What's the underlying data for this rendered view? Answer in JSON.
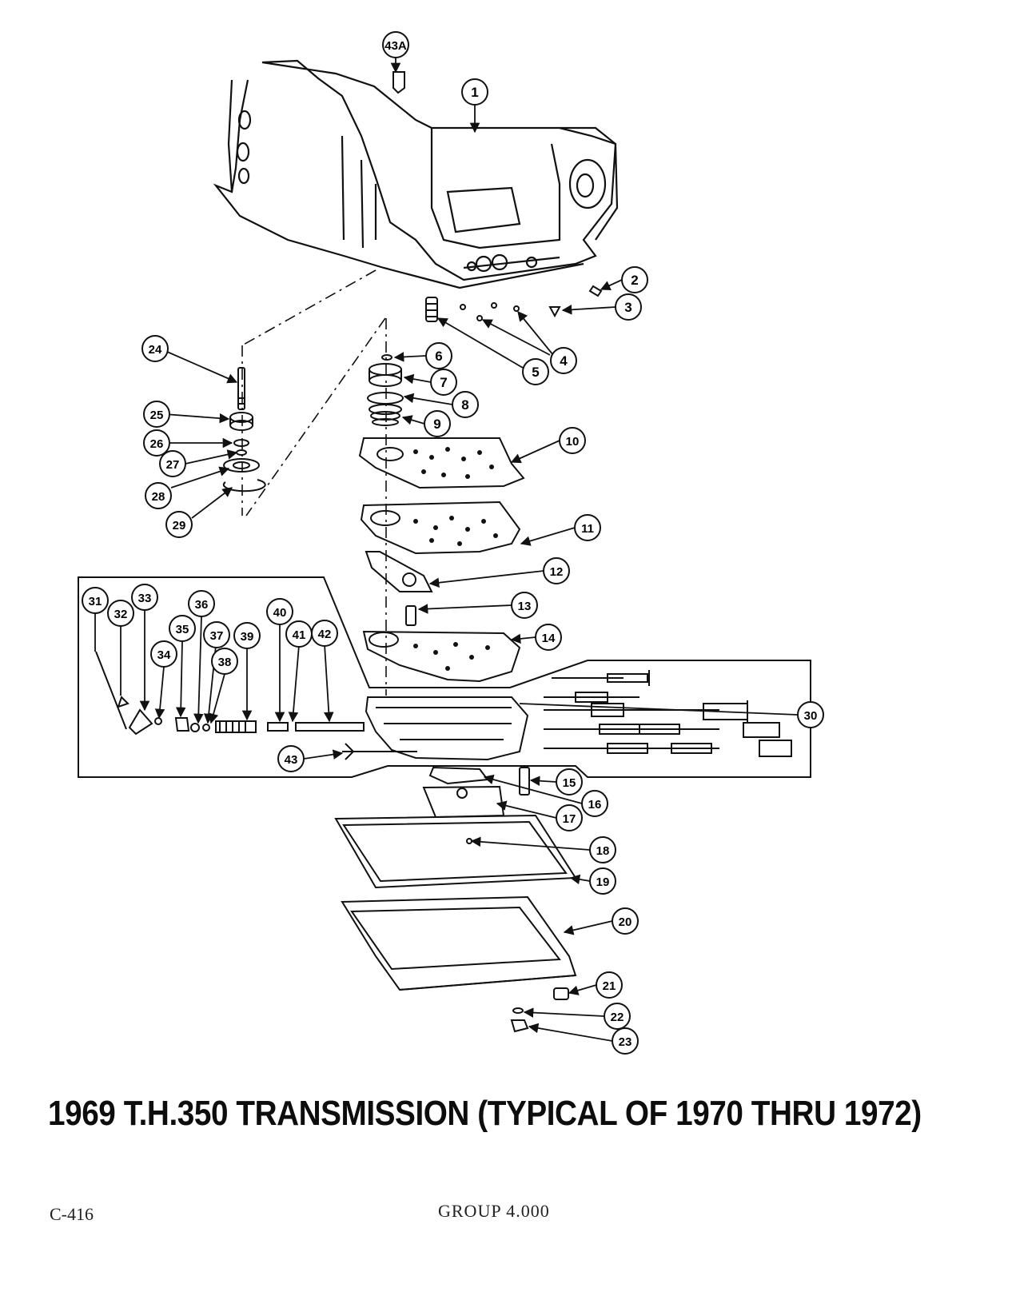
{
  "title": "1969 T.H.350 TRANSMISSION  (TYPICAL OF 1970 THRU 1972)",
  "page_number": "C-416",
  "group": "GROUP 4.000",
  "callouts": {
    "c43a": "43A",
    "c1": "1",
    "c2": "2",
    "c3": "3",
    "c4": "4",
    "c5": "5",
    "c6": "6",
    "c7": "7",
    "c8": "8",
    "c9": "9",
    "c10": "10",
    "c11": "11",
    "c12": "12",
    "c13": "13",
    "c14": "14",
    "c15": "15",
    "c16": "16",
    "c17": "17",
    "c18": "18",
    "c19": "19",
    "c20": "20",
    "c21": "21",
    "c22": "22",
    "c23": "23",
    "c24": "24",
    "c25": "25",
    "c26": "26",
    "c27": "27",
    "c28": "28",
    "c29": "29",
    "c30": "30",
    "c31": "31",
    "c32": "32",
    "c33": "33",
    "c34": "34",
    "c35": "35",
    "c36": "36",
    "c37": "37",
    "c38": "38",
    "c39": "39",
    "c40": "40",
    "c41": "41",
    "c42": "42",
    "c43": "43"
  }
}
